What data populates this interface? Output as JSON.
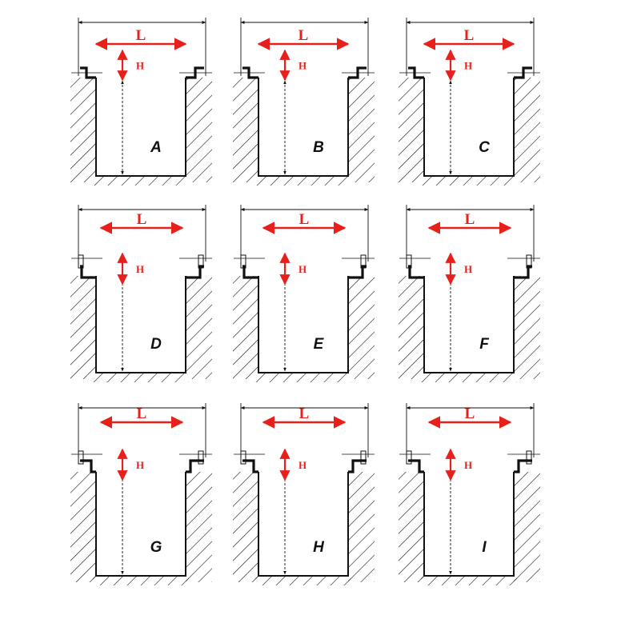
{
  "diagram": {
    "dimension_width_label": "L",
    "dimension_height_label": "H",
    "accent_color": "#e8201b",
    "line_color": "#111111",
    "panels": [
      {
        "id": "A",
        "label": "A",
        "variant": "rebated-frame"
      },
      {
        "id": "B",
        "label": "B",
        "variant": "stepped-frame"
      },
      {
        "id": "C",
        "label": "C",
        "variant": "flush-frame"
      },
      {
        "id": "D",
        "label": "D",
        "variant": "tee-frame"
      },
      {
        "id": "E",
        "label": "E",
        "variant": "angle-frame"
      },
      {
        "id": "F",
        "label": "F",
        "variant": "recessed-frame"
      },
      {
        "id": "G",
        "label": "G",
        "variant": "tee-frame-wide"
      },
      {
        "id": "H",
        "label": "H",
        "variant": "angle-frame-wide"
      },
      {
        "id": "I",
        "label": "I",
        "variant": "recessed-frame-wide"
      }
    ]
  }
}
